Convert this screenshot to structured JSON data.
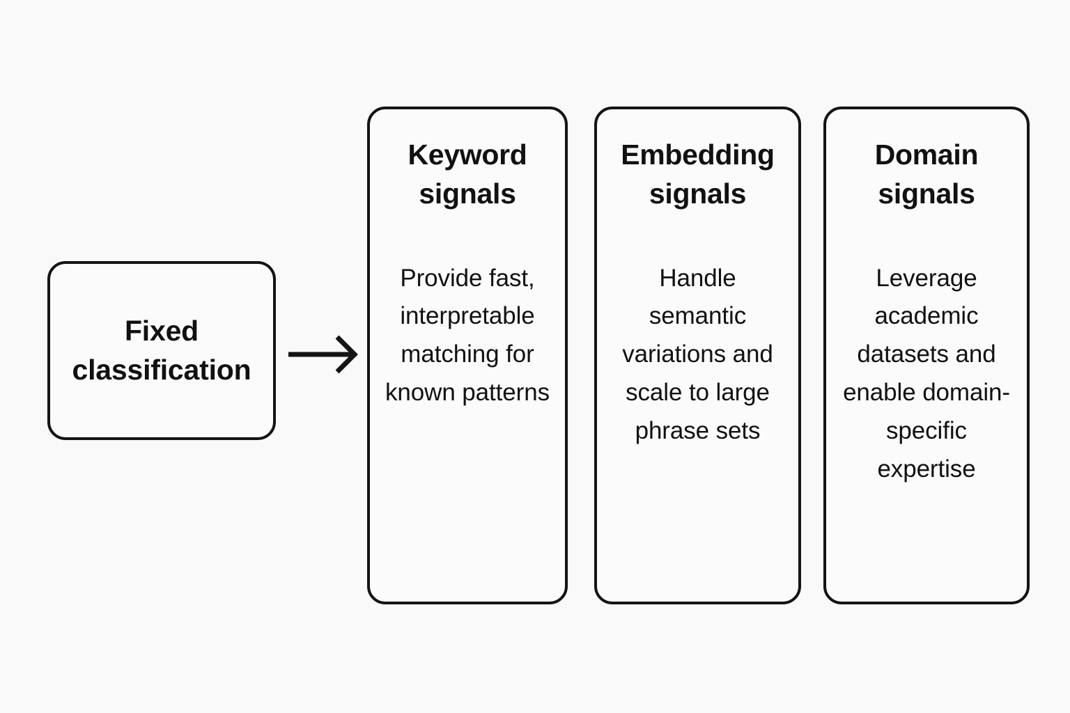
{
  "diagram": {
    "background_color": "#f9f9fa",
    "stroke_color": "#141414",
    "text_color": "#111111",
    "source": {
      "title": "Fixed\nclassification"
    },
    "connector": {
      "icon": "arrow-right-icon",
      "direction": "right"
    },
    "cards": [
      {
        "id": "keyword-signals",
        "title": "Keyword\nsignals",
        "body": "Provide fast, interpretable matching for known patterns"
      },
      {
        "id": "embedding-signals",
        "title": "Embedding\nsignals",
        "body": "Handle semantic variations and scale to large phrase sets"
      },
      {
        "id": "domain-signals",
        "title": "Domain\nsignals",
        "body": "Leverage academic datasets and enable domain-specific expertise"
      }
    ]
  }
}
